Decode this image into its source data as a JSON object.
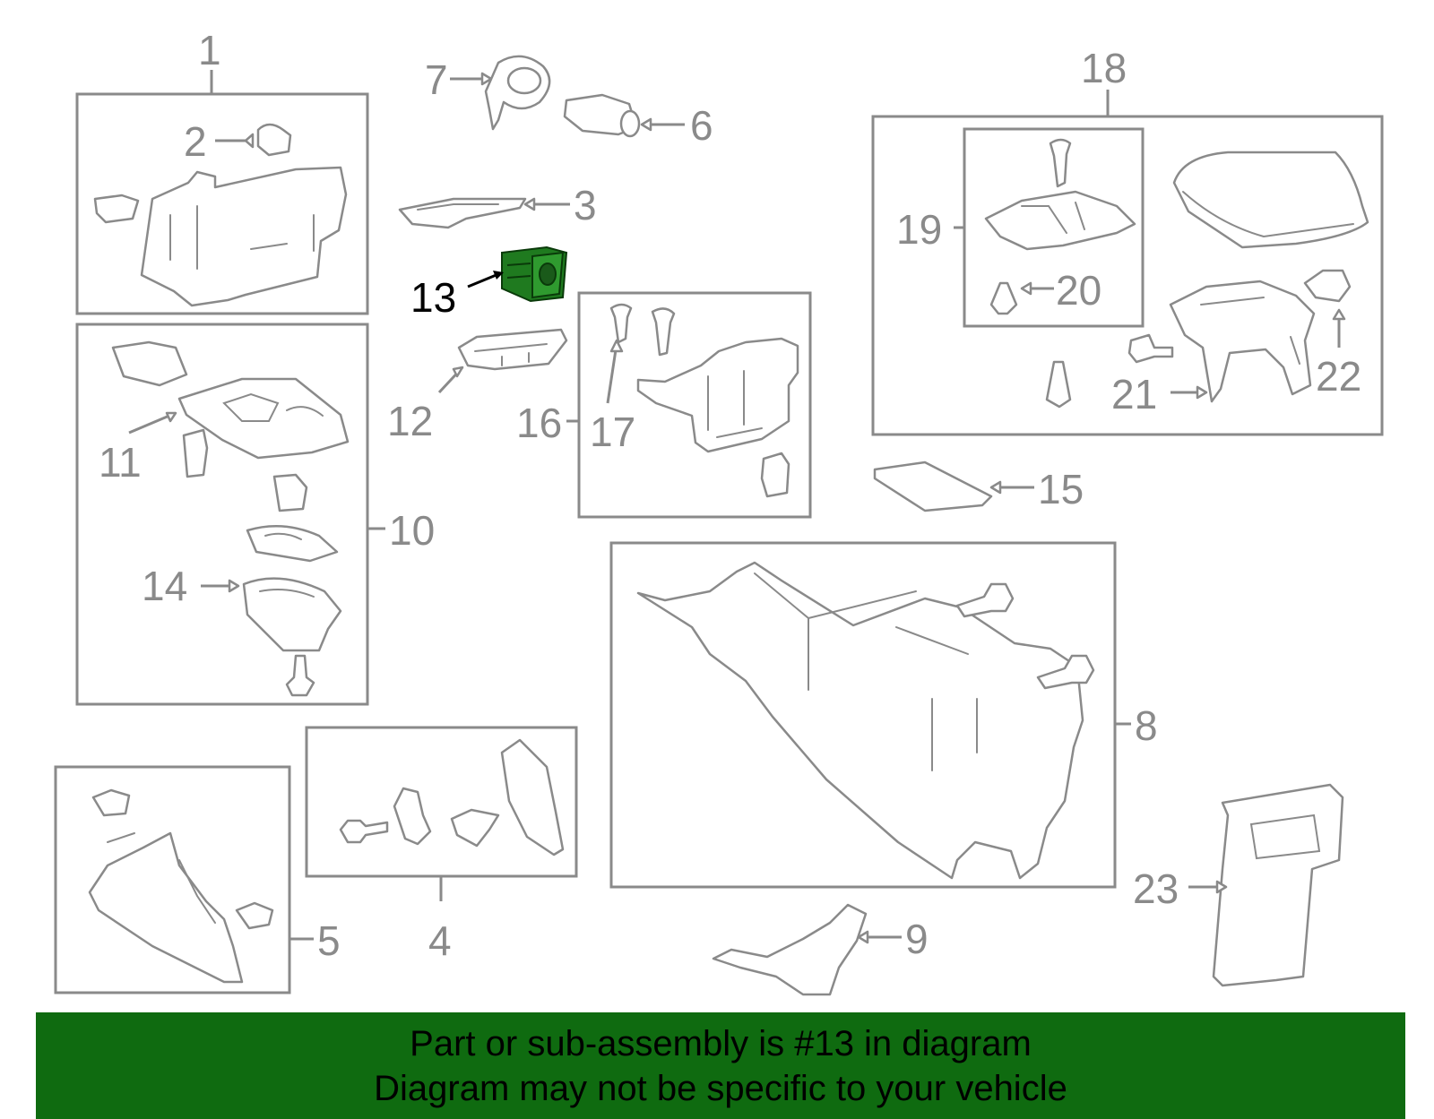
{
  "colors": {
    "part_stroke": "#8a8a8a",
    "highlight_part": "#1f7a1f",
    "banner_background": "#0f6b10",
    "banner_text": "#000000"
  },
  "callouts": {
    "c1": "1",
    "c2": "2",
    "c3": "3",
    "c4": "4",
    "c5": "5",
    "c6": "6",
    "c7": "7",
    "c8": "8",
    "c9": "9",
    "c10": "10",
    "c11": "11",
    "c12": "12",
    "c13": "13",
    "c14": "14",
    "c15": "15",
    "c16": "16",
    "c17": "17",
    "c18": "18",
    "c19": "19",
    "c20": "20",
    "c21": "21",
    "c22": "22",
    "c23": "23"
  },
  "highlighted_part": "13",
  "banner": {
    "line1": "Part or sub-assembly is #13 in diagram",
    "line2": "Diagram may not be specific to your vehicle"
  }
}
